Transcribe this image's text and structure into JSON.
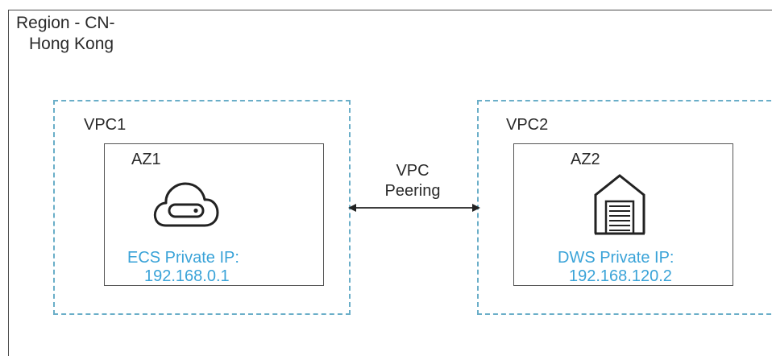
{
  "region": {
    "title_line1": "Region - CN-",
    "title_line2": "Hong Kong"
  },
  "vpc1": {
    "label": "VPC1",
    "az": {
      "label": "AZ1",
      "icon": "cloud-server-icon",
      "ip_label": "ECS Private IP:",
      "ip_value": "192.168.0.1"
    }
  },
  "vpc2": {
    "label": "VPC2",
    "az": {
      "label": "AZ2",
      "icon": "warehouse-icon",
      "ip_label": "DWS Private IP:",
      "ip_value": "192.168.120.2"
    }
  },
  "peering": {
    "line1": "VPC",
    "line2": "Peering"
  },
  "colors": {
    "vpc_border": "#6aaec8",
    "ip_text": "#3aa3d8",
    "line": "#222222"
  }
}
